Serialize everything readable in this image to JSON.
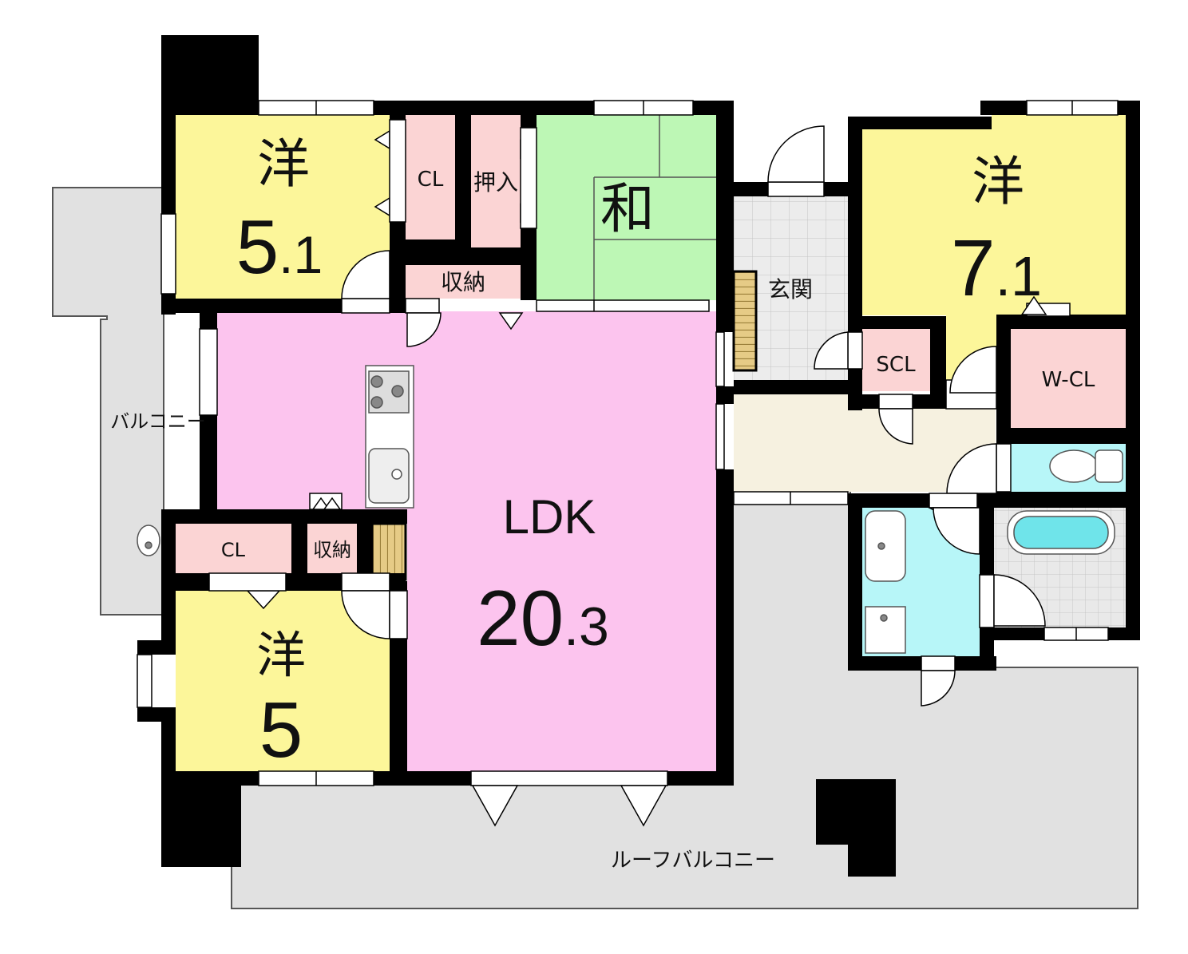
{
  "rooms": {
    "western_nw": {
      "type": "洋",
      "size_int": "5",
      "size_dec": ".1"
    },
    "cl_top": "CL",
    "oshiire": "押入",
    "washitsu": "和",
    "shuno_top": "収納",
    "genkan": "玄関",
    "western_ne": {
      "type": "洋",
      "size_int": "7",
      "size_dec": ".1"
    },
    "scl": "SCL",
    "wcl": "W-CL",
    "ldk": {
      "type": "LDK",
      "size_int": "20",
      "size_dec": ".3"
    },
    "cl_mid": "CL",
    "shuno_mid": "収納",
    "western_sw": {
      "type": "洋",
      "size": "5"
    }
  },
  "balconies": {
    "west": "バルコニー",
    "roof": "ルーフバルコニー"
  },
  "colors": {
    "western": "#fcf69a",
    "storage": "#fbd4d4",
    "tatami": "#bdf7b5",
    "ldk": "#fcc4ee",
    "hall": "#f6f1e0",
    "water": "#b7f6f8",
    "floor_grey": "#e1e1e1",
    "tile": "#e7e7e7",
    "wall": "#000000"
  }
}
